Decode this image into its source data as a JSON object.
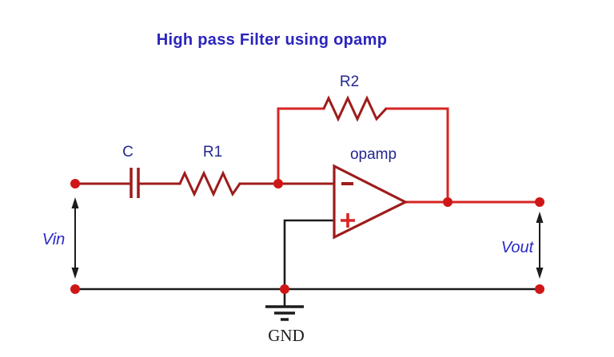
{
  "title": "High pass Filter using opamp",
  "labels": {
    "capacitor": "C",
    "r1": "R1",
    "r2": "R2",
    "opamp": "opamp",
    "vin": "Vin",
    "vout": "Vout",
    "gnd": "GND"
  },
  "colors": {
    "background": "#ffffff",
    "component_dark_red": "#9e1c1c",
    "wire_bright_red": "#d82424",
    "node_red": "#cf1616",
    "title_blue": "#2b24bc",
    "label_navy": "#23278f",
    "vinout_blue": "#2a2ac4",
    "ink_black": "#1c1c1c"
  }
}
